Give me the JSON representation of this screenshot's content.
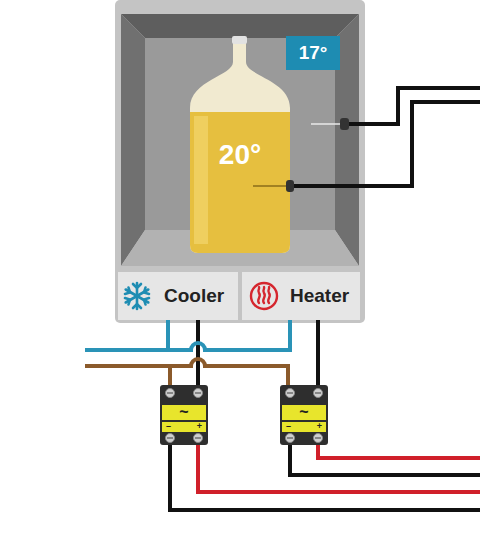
{
  "diagram": {
    "nodes": [
      {
        "text": [
          "17°"
        ]
      },
      {
        "text": [
          "20°"
        ]
      },
      {
        "text": [
          "Cooler"
        ]
      },
      {
        "text": [
          "Heater"
        ]
      },
      {
        "text": [
          "~",
          "–",
          "+"
        ]
      },
      {
        "text": [
          "~",
          "–",
          "+"
        ]
      }
    ],
    "edges": [
      {
        "from": 2,
        "to": 4,
        "arrow": "none"
      },
      {
        "from": 3,
        "to": 5,
        "arrow": "none"
      },
      {
        "from": 2,
        "to": 3,
        "arrow": "none"
      },
      {
        "from": 4,
        "to": 5,
        "arrow": "none"
      }
    ]
  }
}
